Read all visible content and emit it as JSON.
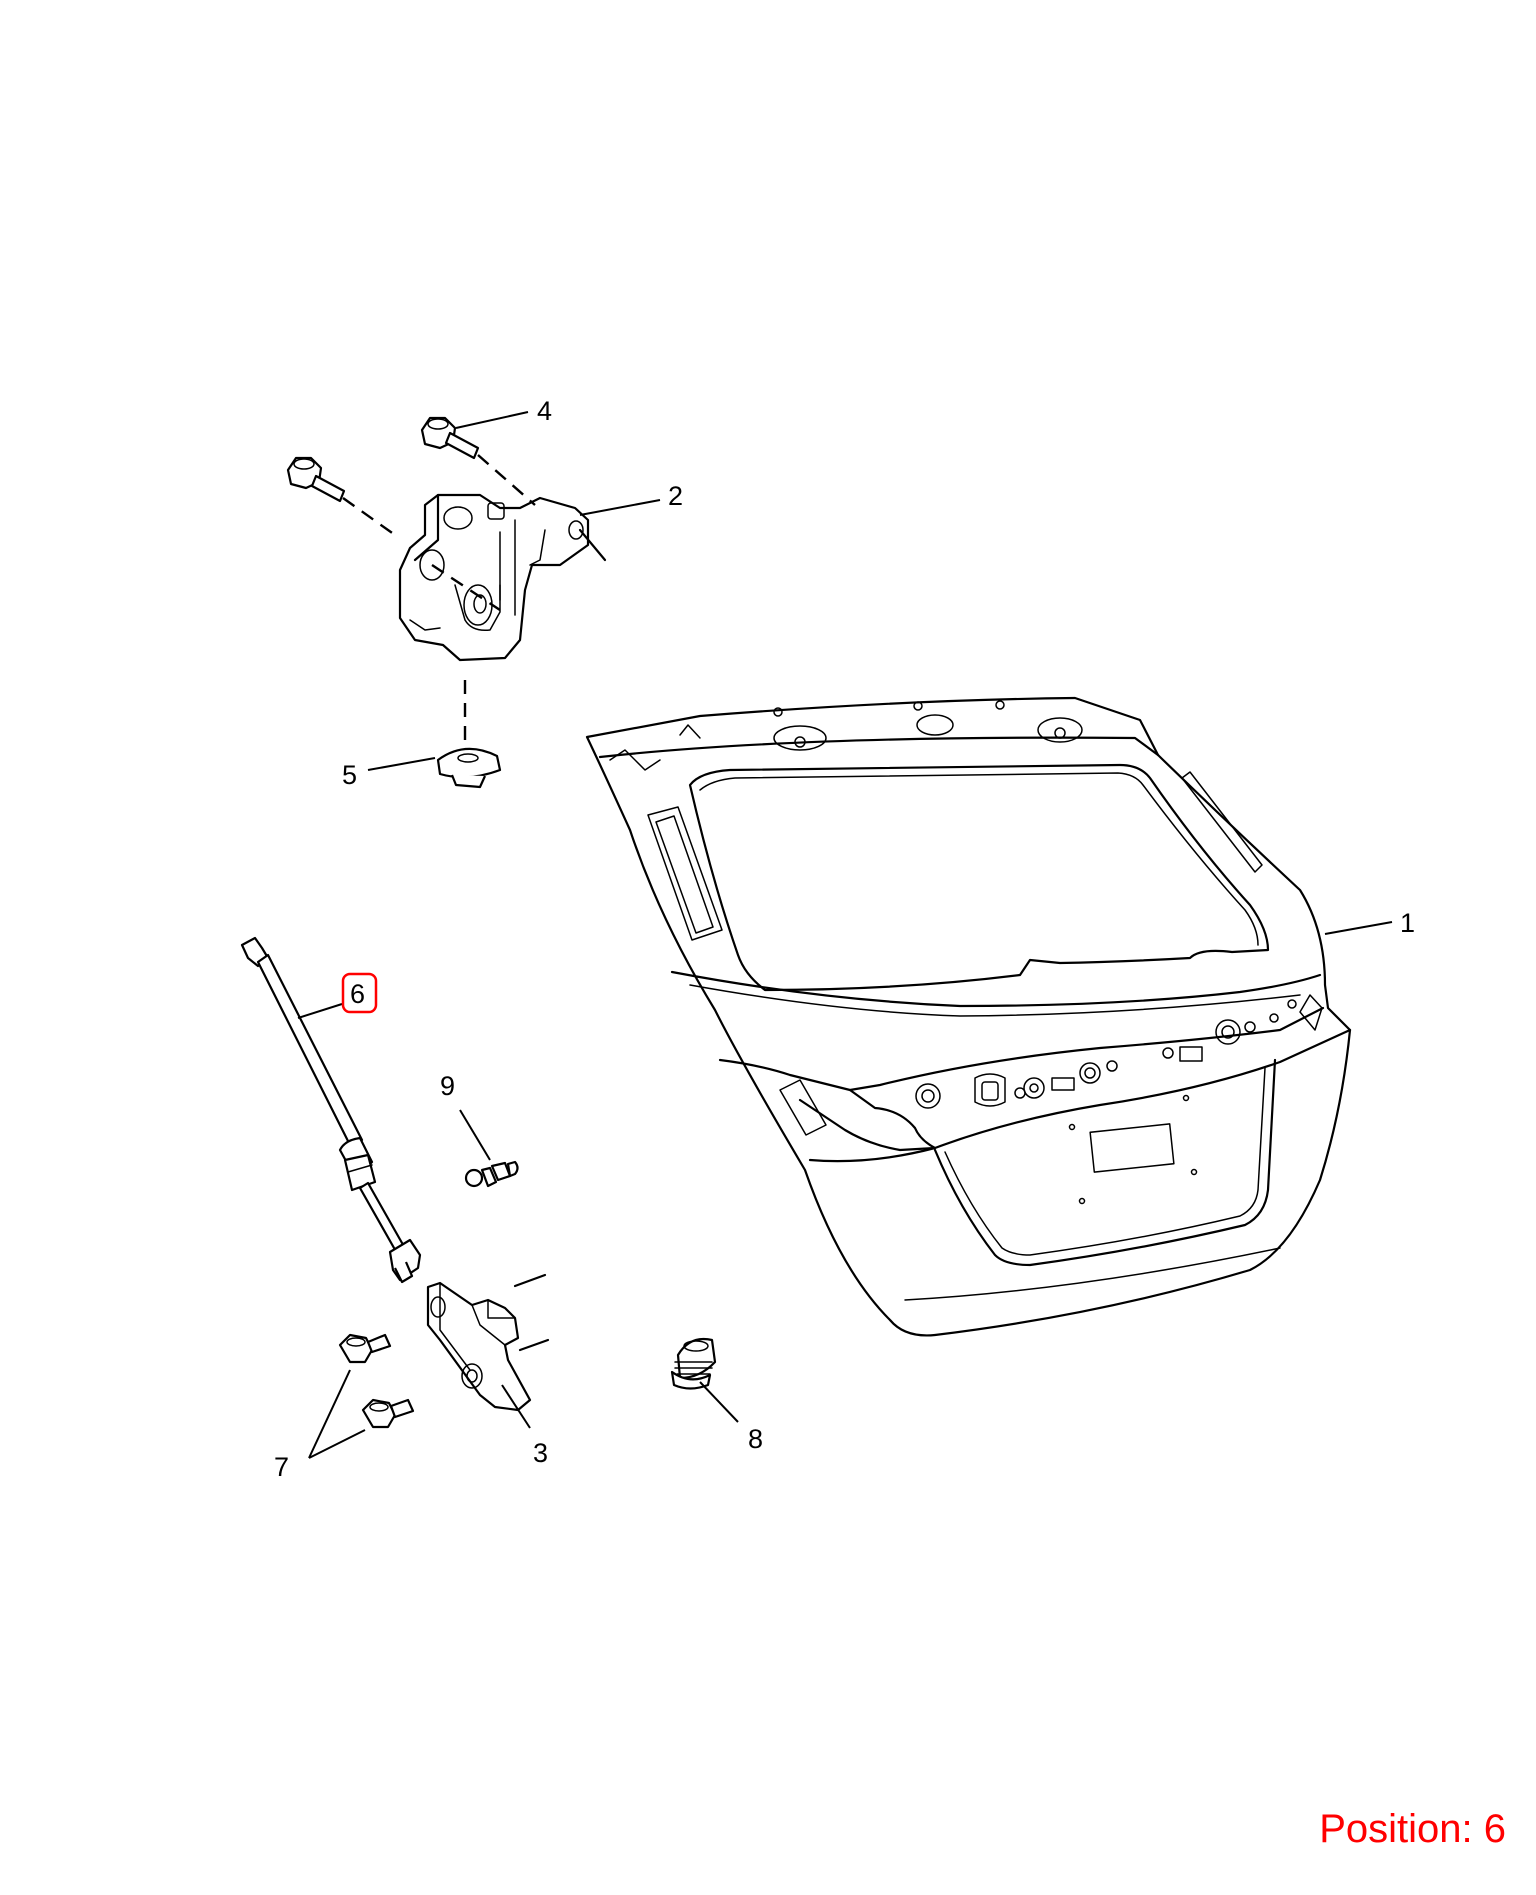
{
  "callouts": {
    "c1": "1",
    "c2": "2",
    "c3": "3",
    "c4": "4",
    "c5": "5",
    "c6": "6",
    "c7": "7",
    "c8": "8",
    "c9": "9"
  },
  "highlighted_callout": "6",
  "highlight_color": "#ff0000",
  "footer": {
    "position_label": "Position: 6"
  }
}
